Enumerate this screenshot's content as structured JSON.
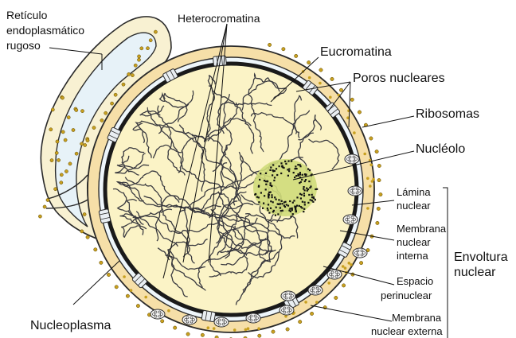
{
  "labels": {
    "reticulo": [
      "Retículo",
      "endoplasmático",
      "rugoso"
    ],
    "heterocromatina": "Heterocromatina",
    "eucromatina": "Eucromatina",
    "poros": "Poros nucleares",
    "ribosomas": "Ribosomas",
    "nucleolo": "Nucléolo",
    "lamina": [
      "Lámina",
      "nuclear"
    ],
    "membrana_interna": [
      "Membrana",
      "nuclear",
      "interna"
    ],
    "espacio": [
      "Espacio",
      "perinuclear"
    ],
    "membrana_externa": [
      "Membrana",
      "nuclear externa"
    ],
    "envoltura": [
      "Envoltura",
      "nuclear"
    ],
    "nucleoplasma": "Nucleoplasma"
  },
  "colors": {
    "nucleoplasm": "#fbf3c6",
    "perinuclear": "#f6dfa8",
    "cytoplasm_er": "#f8f1d2",
    "er_lumen": "#e7f2f8",
    "nucleolus": "#cfdc7a",
    "lamina": "#1a1a1a",
    "ribosome": "#c8a020"
  }
}
